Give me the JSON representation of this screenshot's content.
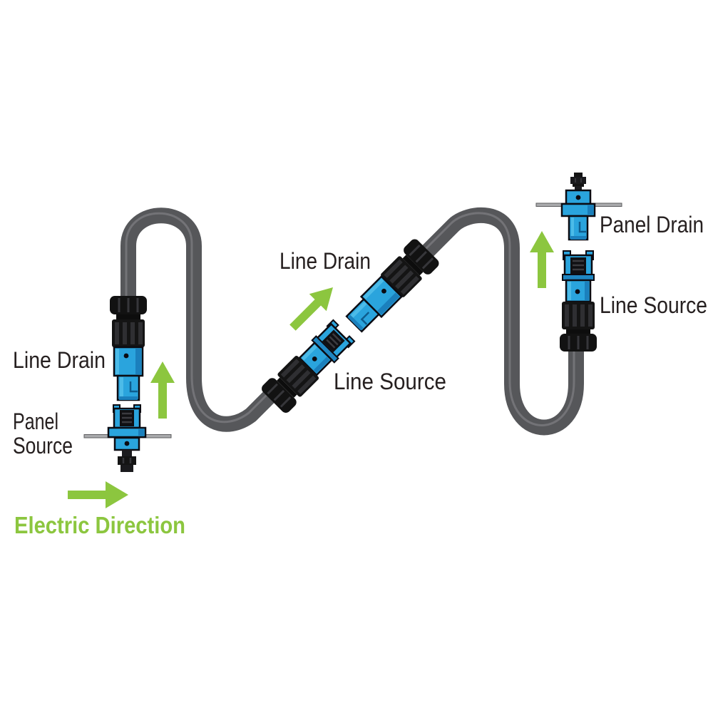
{
  "figure": {
    "type": "solar-cable-wiring-diagram",
    "background": "#ffffff"
  },
  "labels": {
    "left_line_drain": "Line Drain",
    "left_panel_source_line1": "Panel",
    "left_panel_source_line2": "Source",
    "middle_line_drain": "Line Drain",
    "middle_line_source": "Line Source",
    "right_panel_drain": "Panel Drain",
    "right_line_source": "Line Source",
    "electric_direction": "Electric Direction"
  },
  "icons": {
    "arrows": [
      {
        "name": "up-arrow-left",
        "direction": "up",
        "color": "#8cc63f"
      },
      {
        "name": "up-right-arrow-middle",
        "direction": "up-right",
        "color": "#8cc63f"
      },
      {
        "name": "up-arrow-right",
        "direction": "up",
        "color": "#8cc63f"
      },
      {
        "name": "right-arrow-electric-direction",
        "direction": "right",
        "color": "#8cc63f"
      }
    ]
  },
  "colors": {
    "accent_green": "#8cc63f",
    "connector_blue": "#2aa4dd",
    "connector_blue_shade": "#1b80bd",
    "connector_blue_highlight": "#4cbbe8",
    "connector_black": "#141414",
    "cable_gray": "#56575a",
    "cable_highlight_gray": "#7a7b7e",
    "panel_plate_gray": "#aaabad",
    "label_text": "#262020"
  }
}
